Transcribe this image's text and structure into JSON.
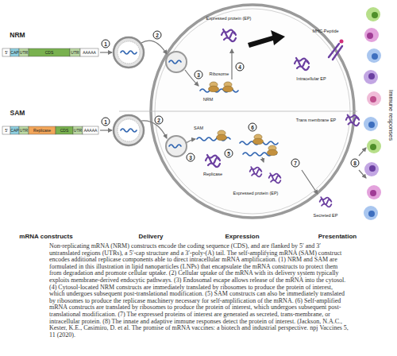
{
  "diagram": {
    "caption": "Non-replicating mRNA (NRM) constructs encode the coding sequence (CDS), and are flanked by 5′ and 3′ untranslated regions (UTRs), a 5′-cap structure and a 3′-poly-(A) tail. The self-amplifying mRNA (SAM) construct encodes additional replicase components able to direct intracellular mRNA amplification. (1) NRM and SAM are formulated in this illustration in lipid nanoparticles (LNPs) that encapsulate the mRNA constructs to protect them from degradation and promote cellular uptake. (2) Cellular uptake of the mRNA with its delivery system typically exploits membrane-derived endocytic pathways. (3) Endosomal escape allows release of the mRNA into the cytosol. (4) Cytosol-located NRM constructs are immediately translated by ribosomes to produce the protein of interest, which undergoes subsequent post-translational modification. (5) SAM constructs can also be immediately translated by ribosomes to produce the replicase machinery necessary for self-amplification of the mRNA. (6) Self-amplified mRNA constructs are translated by ribosomes to produce the protein of interest, which undergoes subsequent post-translational modification. (7) The expressed proteins of interest are generated as secreted, trans-membrane, or intracellular protein. (8) The innate and adaptive immune responses detect the protein of interest. (Jackson, N.A.C., Kester, K.E., Casimiro, D. et al. The promise of mRNA vaccines: a biotech and industrial perspective. npj Vaccines 5, 11 (2020).",
    "labels": [
      "NRM",
      "5′",
      "CAP",
      "UTR",
      "CDS",
      "UTR",
      "AAAAA",
      "SAM",
      "5′",
      "CAP",
      "UTR",
      "Replicase",
      "CDS",
      "UTR",
      "AAAAA",
      "1",
      "2",
      "3",
      "1",
      "2",
      "3",
      "4",
      "5",
      "6",
      "7",
      "8",
      "Expressed protein (EP)",
      "Ribosome",
      "NRM",
      "MHC-Peptide",
      "Intracellular EP",
      "Trans membrane EP",
      "SAM",
      "Replicase",
      "Expressed protein (EP)",
      "Secreted EP",
      "Immune responses",
      "mRNA constructs",
      "Delivery",
      "Expression",
      "Presentation"
    ]
  }
}
